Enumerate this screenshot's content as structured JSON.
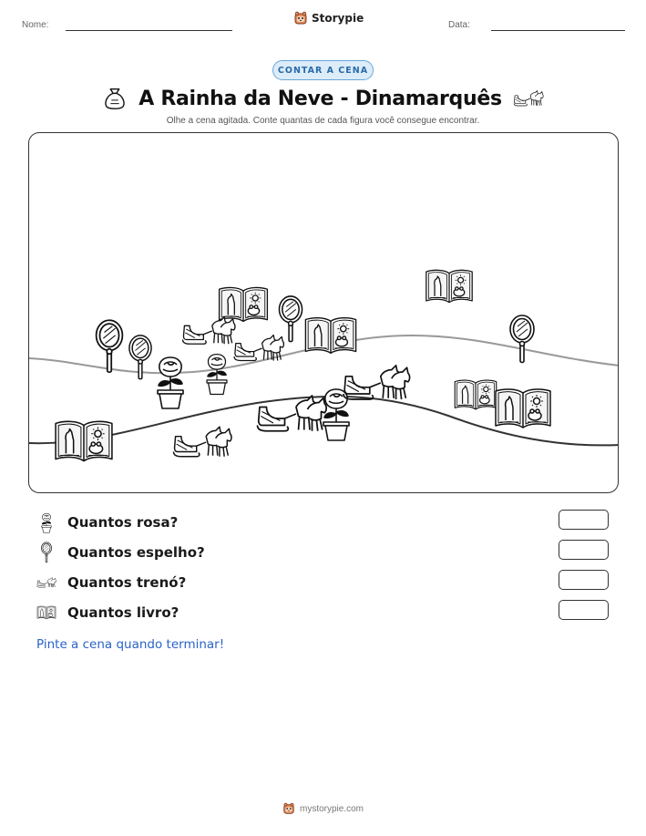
{
  "header": {
    "name_label": "Nome:",
    "date_label": "Data:",
    "brand": "Storypie"
  },
  "badge": "CONTAR A CENA",
  "title": "A Rainha da Neve - Dinamarquês",
  "subtitle": "Olhe a cena agitada. Conte quantas de cada figura você consegue encontrar.",
  "questions": [
    {
      "icon": "rose-icon",
      "text": "Quantos rosa?"
    },
    {
      "icon": "mirror-icon",
      "text": "Quantos espelho?"
    },
    {
      "icon": "sleigh-icon",
      "text": "Quantos trenó?"
    },
    {
      "icon": "book-icon",
      "text": "Quantos livro?"
    }
  ],
  "footer_note": "Pinte a cena quando terminar!",
  "footer": {
    "site": "mystorypie.com"
  },
  "colors": {
    "accent_blue": "#2a63c7",
    "badge_bg": "#dcecf9",
    "badge_border": "#6aa7da"
  }
}
